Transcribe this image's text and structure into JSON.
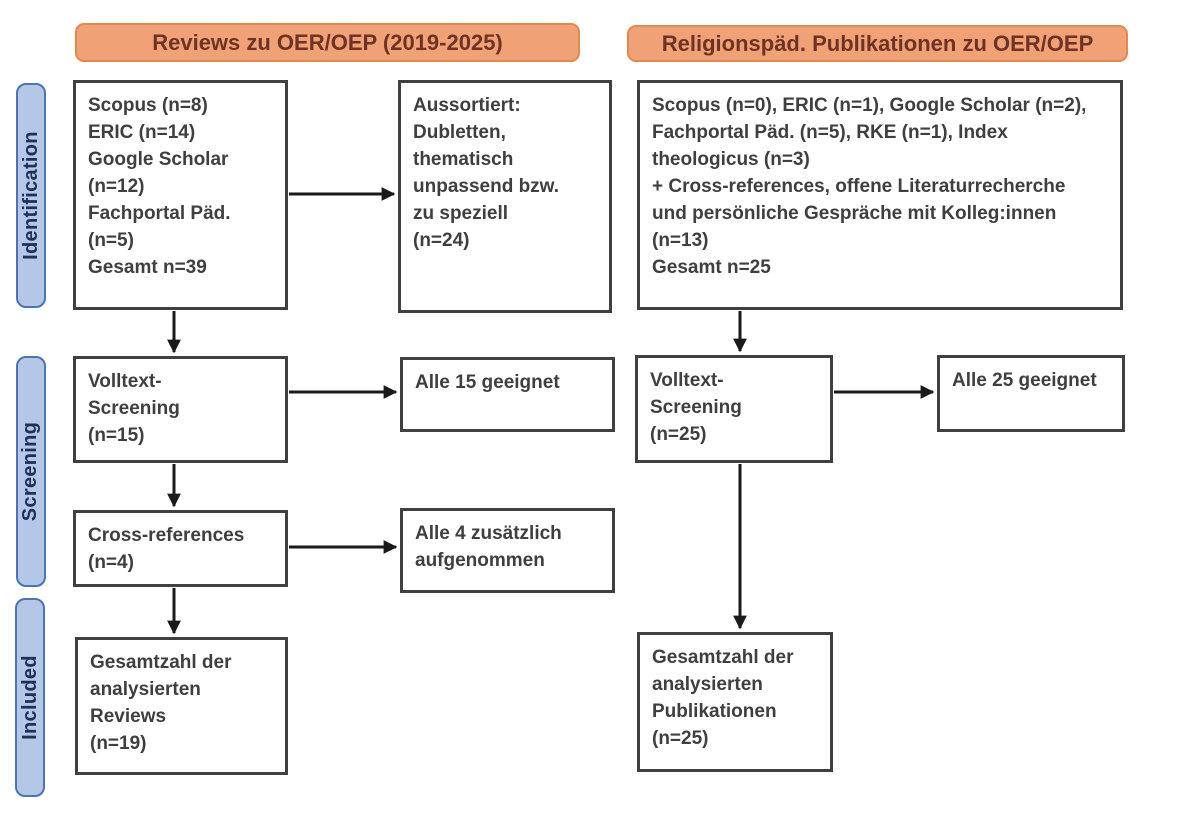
{
  "diagram": {
    "headers": {
      "left": "Reviews zu OER/OEP (2019-2025)",
      "right": "Religionspäd. Publikationen zu OER/OEP"
    },
    "stages": {
      "identification": "Identification",
      "screening": "Screening",
      "included": "Included"
    },
    "boxes": {
      "left_sources": "Scopus (n=8)\nERIC (n=14)\nGoogle Scholar\n(n=12)\nFachportal Päd.\n(n=5)\nGesamt n=39",
      "left_excluded": "Aussortiert:\nDubletten,\nthematisch\nunpassend bzw.\nzu speziell\n(n=24)",
      "left_fulltext": "Volltext-\nScreening\n(n=15)",
      "left_fulltext_result": "Alle 15 geeignet",
      "left_crossref": "Cross-references\n(n=4)",
      "left_crossref_result": "Alle 4 zusätzlich\naufgenommen",
      "left_included": "Gesamtzahl der\nanalysierten\nReviews\n(n=19)",
      "right_sources": "Scopus (n=0), ERIC (n=1), Google Scholar (n=2),\nFachportal Päd. (n=5), RKE (n=1), Index\ntheologicus (n=3)\n+ Cross-references, offene Literaturrecherche\nund persönliche Gespräche mit Kolleg:innen\n(n=13)\nGesamt n=25",
      "right_fulltext": "Volltext-\nScreening\n(n=25)",
      "right_fulltext_result": "Alle 25 geeignet",
      "right_included": "Gesamtzahl der\nanalysierten\nPublikationen\n(n=25)"
    },
    "colors": {
      "header_fill": "#f0a176",
      "header_border": "#e08a50",
      "header_text": "#6e3423",
      "stage_fill": "#b4c7e7",
      "stage_border": "#4a74b4",
      "stage_text": "#203158",
      "box_border": "#404040",
      "box_text": "#3f3f3f",
      "arrow": "#1a1a1a"
    }
  }
}
